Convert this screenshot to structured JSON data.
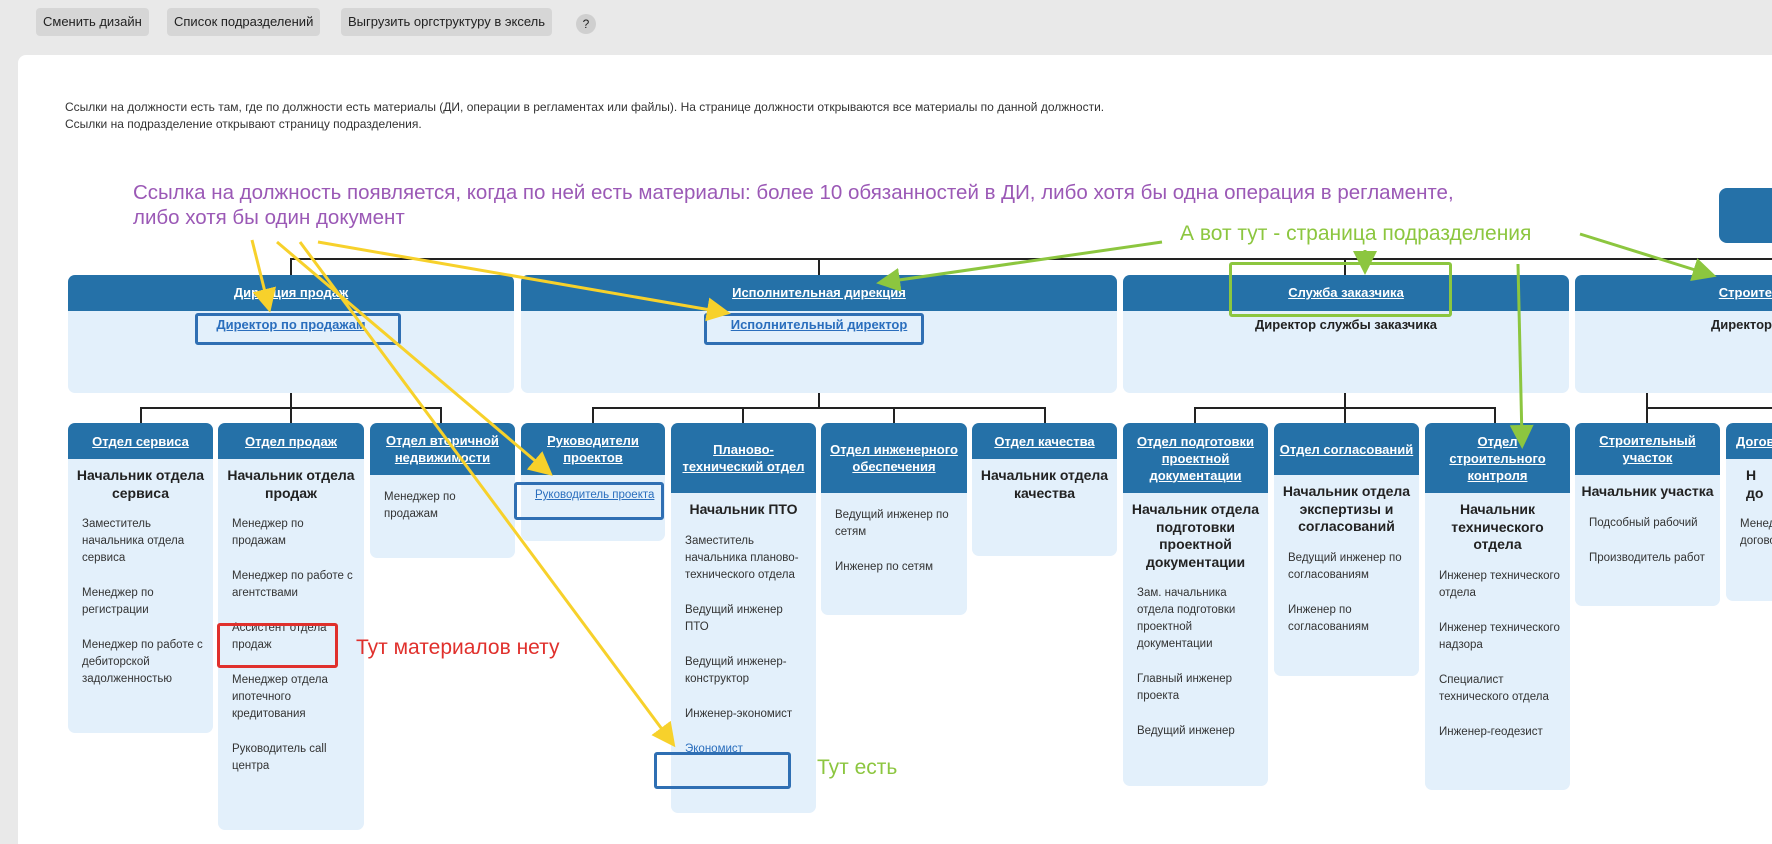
{
  "toolbar": {
    "change_design": "Сменить дизайн",
    "departments_list": "Список подразделений",
    "export_excel": "Выгрузить оргструктуру в эксель",
    "help": "?"
  },
  "info": {
    "line1": "Ссылки на должности есть там, где по должности есть материалы (ДИ, операции в регламентах или файлы). На странице должности открываются все материалы по данной должности.",
    "line2": "Ссылки на подразделение открывают страницу подразделения."
  },
  "annotations": {
    "purple_line1": "Ссылка на должность появляется, когда по ней есть материалы: более 10 обязанностей в ДИ, либо хотя бы одна операция в регламенте,",
    "purple_line2": "либо хотя бы один документ",
    "green_top": "А вот тут -  страница подразделения",
    "red": "Тут материалов нету",
    "green_bottom": "Тут есть"
  },
  "directorates": [
    {
      "name": "Дирекция продаж",
      "head": "Директор по продажам"
    },
    {
      "name": "Исполнительная дирекция",
      "head": "Исполнительный директор"
    },
    {
      "name": "Служба заказчика",
      "head": "Директор службы заказчика"
    },
    {
      "name": "Строите",
      "head": "Директор"
    }
  ],
  "departments": [
    {
      "name": "Отдел сервиса",
      "head": "Начальник отдела сервиса",
      "employees": [
        "Заместитель начальника отдела сервиса",
        "Менеджер по регистрации",
        "Менеджер по работе с дебиторской задолженностью"
      ]
    },
    {
      "name": "Отдел продаж",
      "head": "Начальник отдела продаж",
      "employees": [
        "Менеджер по продажам",
        "Менеджер по работе с агентствами",
        "Ассистент отдела продаж",
        "Менеджер отдела ипотечного кредитования",
        "Руководитель call центра"
      ]
    },
    {
      "name": "Отдел вторичной недвижимости",
      "head": "",
      "employees": [
        "Менеджер по продажам"
      ]
    },
    {
      "name": "Руководители проектов",
      "head": "",
      "employees": [
        "Руководитель проекта"
      ]
    },
    {
      "name": "Планово-технический отдел",
      "head": "Начальник ПТО",
      "employees": [
        "Заместитель начальника планово-технического отдела",
        "Ведущий инженер ПТО",
        "Ведущий инженер-конструктор",
        "Инженер-экономист",
        "Экономист"
      ]
    },
    {
      "name": "Отдел инженерного обеспечения",
      "head": "",
      "employees": [
        "Ведущий инженер по сетям",
        "Инженер по сетям"
      ]
    },
    {
      "name": "Отдел качества",
      "head": "Начальник отдела качества",
      "employees": []
    },
    {
      "name": "Отдел подготовки проектной документации",
      "head": "Начальник отдела подготовки проектной документации",
      "employees": [
        "Зам. начальника отдела подготовки проектной документации",
        "Главный инженер проекта",
        "Ведущий инженер"
      ]
    },
    {
      "name": "Отдел согласований",
      "head": "Начальник отдела экспертизы и согласований",
      "employees": [
        "Ведущий инженер по согласованиям",
        "Инженер по согласованиям"
      ]
    },
    {
      "name": "Отдел строительного контроля",
      "head": "Начальник технического отдела",
      "employees": [
        "Инженер технического отдела",
        "Инженер технического надзора",
        "Специалист технического отдела",
        "Инженер-геодезист"
      ]
    },
    {
      "name": "Строительный участок",
      "head": "Начальник участка",
      "employees": [
        "Подсобный рабочий",
        "Производитель работ"
      ]
    },
    {
      "name": "Догов",
      "head": "Н до",
      "employees": [
        "Менед догово"
      ]
    }
  ],
  "colors": {
    "header_blue": "#2571a8",
    "card_bg": "#e3f0fb",
    "purple": "#9b59b6",
    "green": "#8cc63f",
    "red": "#e0302c",
    "yellow": "#f7d12b"
  }
}
